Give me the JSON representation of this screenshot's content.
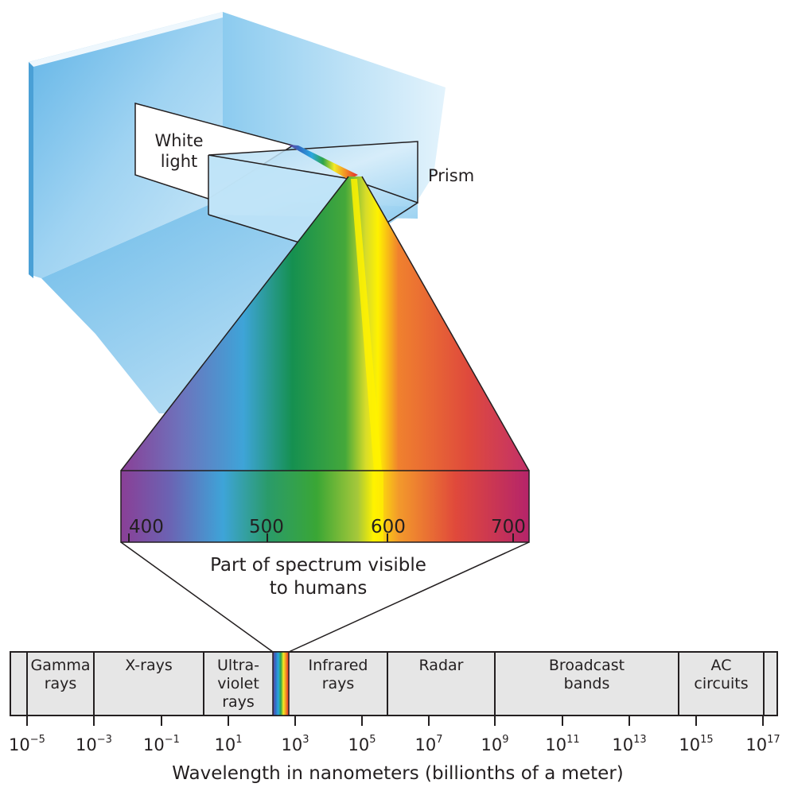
{
  "labels": {
    "white_light": [
      "White",
      "light"
    ],
    "prism": "Prism",
    "visible_caption": [
      "Part of spectrum visible",
      "to humans"
    ],
    "axis_title": "Wavelength in nanometers (billionths of a meter)"
  },
  "visible_ticks": [
    "400",
    "500",
    "600",
    "700"
  ],
  "bands": [
    {
      "lines": [
        "Gamma",
        "rays"
      ]
    },
    {
      "lines": [
        "X-rays"
      ]
    },
    {
      "lines": [
        "Ultra-",
        "violet",
        "rays"
      ]
    },
    {
      "lines": [
        "Infrared",
        "rays"
      ]
    },
    {
      "lines": [
        "Radar"
      ]
    },
    {
      "lines": [
        "Broadcast",
        "bands"
      ]
    },
    {
      "lines": [
        "AC",
        "circuits"
      ]
    }
  ],
  "axis_ticks": [
    {
      "base": "10",
      "exp": "−5"
    },
    {
      "base": "10",
      "exp": "−3"
    },
    {
      "base": "10",
      "exp": "−1"
    },
    {
      "base": "10",
      "exp": "1"
    },
    {
      "base": "10",
      "exp": "3"
    },
    {
      "base": "10",
      "exp": "5"
    },
    {
      "base": "10",
      "exp": "7"
    },
    {
      "base": "10",
      "exp": "9"
    },
    {
      "base": "10",
      "exp": "11"
    },
    {
      "base": "10",
      "exp": "13"
    },
    {
      "base": "10",
      "exp": "15"
    },
    {
      "base": "10",
      "exp": "17"
    }
  ],
  "colors": {
    "wall": "#7fc4ec",
    "wall_light": "#d4ecf9",
    "band_fill": "#e6e6e6",
    "outline": "#231f20"
  }
}
